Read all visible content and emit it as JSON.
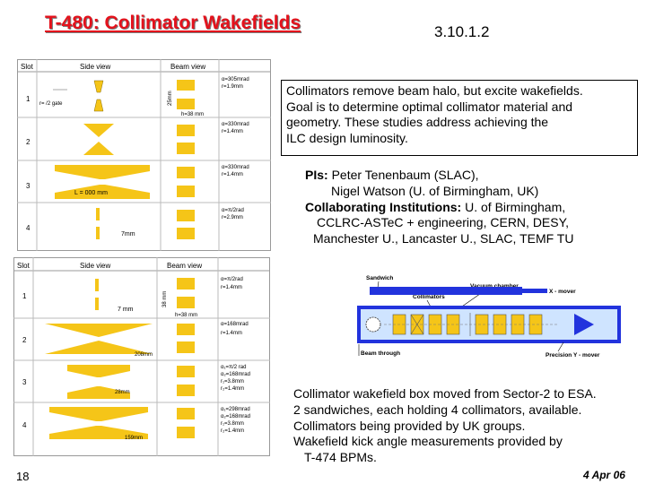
{
  "title": "T-480: Collimator Wakefields",
  "code": "3.10.1.2",
  "description": {
    "lines": [
      "Collimators remove beam halo, but excite wakefields.",
      "Goal is to determine optimal collimator material and",
      "geometry.  These studies address achieving the",
      "ILC design luminosity."
    ]
  },
  "pis": {
    "pi_label": "PIs:",
    "pi_line1": "Peter Tenenbaum (SLAC),",
    "pi_line2": "Nigel Watson (U. of Birmingham, UK)",
    "inst_label": "Collaborating Institutions:",
    "inst_line1": "U. of Birmingham,",
    "inst_line2": "CCLRC-ASTeC + engineering, CERN, DESY,",
    "inst_line3": "Manchester U., Lancaster U., SLAC, TEMF TU"
  },
  "table_top": {
    "headers": [
      "Slot",
      "Side view",
      "Beam view"
    ],
    "slots": [
      "1",
      "2",
      "3",
      "4"
    ],
    "dims": [
      "r= /2 gate",
      "25mm",
      "h=38 mm",
      "L = 000 mm",
      "7mm"
    ],
    "params": [
      [
        "α=305mrad",
        "r=1.9mm"
      ],
      [
        "α=330mrad",
        "r=1.4mm"
      ],
      [
        "α=330mrad",
        "r=1.4mm"
      ],
      [
        "α=π/2rad",
        "r=2.9mm"
      ]
    ]
  },
  "table_bottom": {
    "headers": [
      "Slot",
      "Side view",
      "Beam view"
    ],
    "slots": [
      "1",
      "2",
      "3",
      "4"
    ],
    "dims": [
      "7 mm",
      "38 mm",
      "h=38 mm",
      "208mm",
      "28mm",
      "159mm"
    ],
    "params": [
      [
        "α=π/2rad",
        "r=1.4mm"
      ],
      [
        "α=168mrad",
        "r=1.4mm"
      ],
      [
        "α₁=π/2 rad",
        "α₂=168mrad",
        "r₁=3.8mm",
        "r₂=1.4mm"
      ],
      [
        "α₁=298mrad",
        "α₂=168mrad",
        "r₁=3.8mm",
        "r₂=1.4mm"
      ]
    ]
  },
  "diagram": {
    "labels": [
      "Sandwich",
      "Collimators",
      "Vacuum chamber",
      "X - mover",
      "Beam through",
      "Precision Y - mover"
    ]
  },
  "box_caption": {
    "lines": [
      "Collimator wakefield box moved from Sector-2 to ESA.",
      "2 sandwiches, each holding 4 collimators, available.",
      "Collimators being provided by UK groups.",
      "Wakefield kick angle measurements provided by",
      "   T-474 BPMs."
    ]
  },
  "slide_number": "18",
  "date": "4 Apr 06",
  "colors": {
    "title": "#e4121c",
    "collimator": "#f5c518",
    "diagram_frame": "#2233dd"
  }
}
